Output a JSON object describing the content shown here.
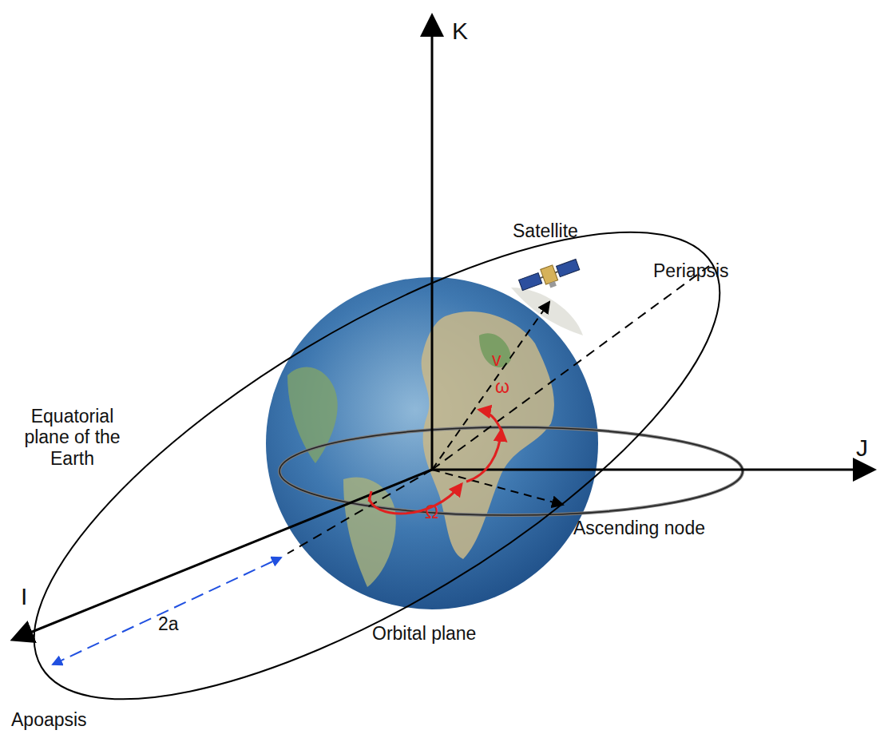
{
  "diagram": {
    "labels": [
      "K",
      "J",
      "I",
      "Satellite",
      "Periapsis",
      "Equatorial plane of the Earth",
      "v",
      "ω",
      "Ω",
      "Ascending node",
      "2a",
      "Orbital plane",
      "Apoapsis"
    ]
  }
}
